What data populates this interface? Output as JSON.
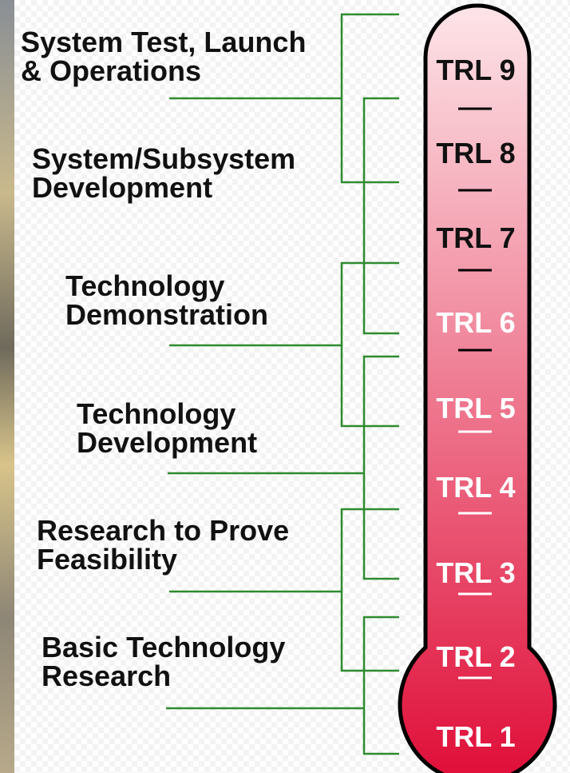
{
  "phases": [
    {
      "label": "System Test, Launch\n& Operations"
    },
    {
      "label": "System/Subsystem\nDevelopment"
    },
    {
      "label": "Technology\nDemonstration"
    },
    {
      "label": "Technology\nDevelopment"
    },
    {
      "label": "Research to Prove\nFeasibility"
    },
    {
      "label": "Basic Technology\nResearch"
    }
  ],
  "trl_levels": [
    "TRL 9",
    "TRL 8",
    "TRL 7",
    "TRL 6",
    "TRL 5",
    "TRL 4",
    "TRL 3",
    "TRL 2",
    "TRL 1"
  ],
  "colors": {
    "connector": "#2e8b2e",
    "thermo_top": "#fde4e8",
    "thermo_bottom": "#e0103a",
    "outline": "#000000",
    "text_dark": "#111111",
    "text_light": "#ffffff"
  }
}
